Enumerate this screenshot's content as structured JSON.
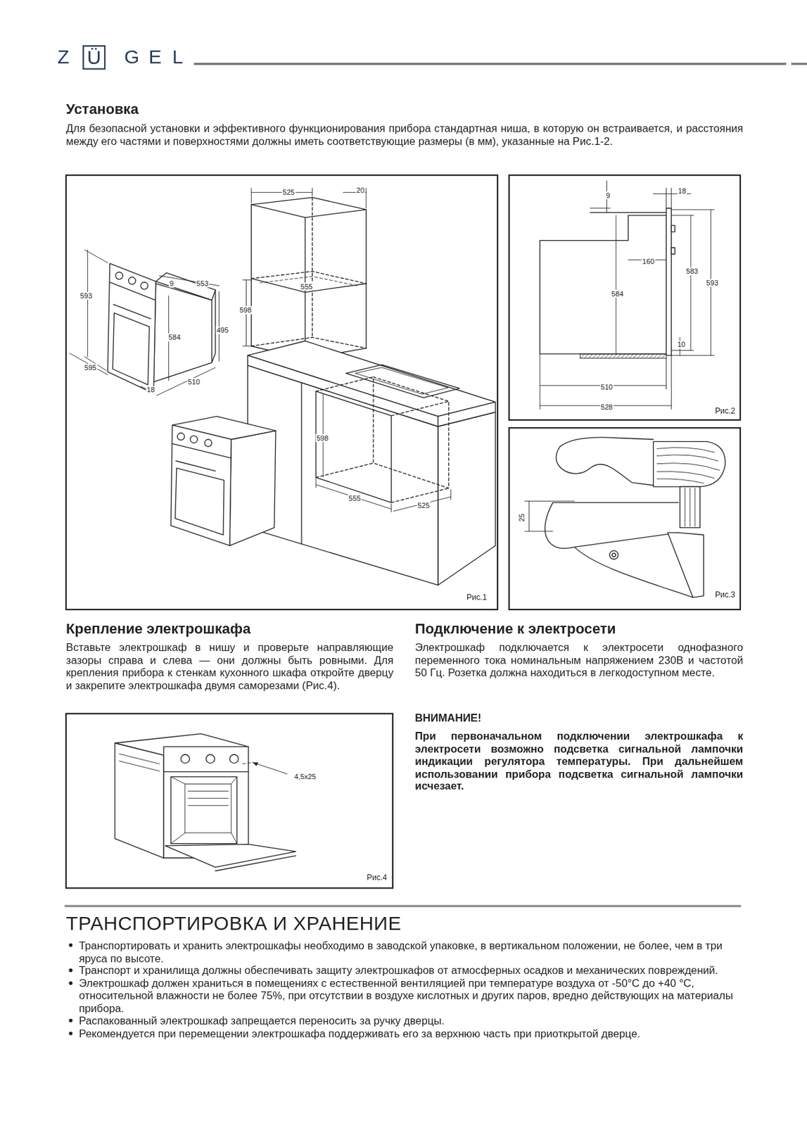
{
  "diagram": {
    "nodes": [
      {
        "text": [
          "Ü"
        ]
      },
      {
        "text": [
          "525",
          "20",
          "9",
          "553",
          "555",
          "593",
          "598",
          "584",
          "495",
          "595",
          "18",
          "510",
          "598",
          "555",
          "525",
          "Рис.1"
        ]
      },
      {
        "text": [
          "9",
          "18",
          "160",
          "584",
          "583",
          "593",
          "10",
          "510",
          "528",
          "Рис.2"
        ]
      },
      {
        "text": [
          "25",
          "Рис.3"
        ]
      },
      {
        "text": [
          "4,5x25",
          "Рис.4"
        ]
      }
    ],
    "labels": [
      "Z",
      "G",
      "E",
      "L",
      "Установка",
      "Для безопасной установки и эффективного функционирования прибора стандартная ниша, в которую он встраивается, и расстояния между его частями и поверхностями должны иметь соответствующие размеры (в мм), указанные на Рис.1-2.",
      "Крепление электрошкафа",
      "Вставьте электрошкаф в нишу и проверьте направляющие зазоры справа и слева — они должны быть ровными. Для крепления прибора к стенкам кухонного шкафа откройте дверцу и закрепите электрошкафа двумя саморезами (Рис.4).",
      "Подключение к электросети",
      "Электрошкаф подключается к электросети однофазного переменного тока номинальным напряжением 230В и частотой 50 Гц. Розетка должна находиться в легкодоступном месте.",
      "ВНИМАНИЕ!",
      "При первоначальном подключении электрошкафа к электросети возможно подсветка сигнальной лампочки индикации регулятора температуры. При дальнейшем использовании прибора подсветка сигнальной лампочки исчезает.",
      "ТРАНСПОРТИРОВКА И ХРАНЕНИЕ",
      "Транспортировать и хранить электрошкафы необходимо в заводской упаковке, в вертикальном положении, не более, чем в три яруса по высоте.",
      "Транспорт и хранилища должны обеспечивать защиту электрошкафов от атмосферных осадков и механических повреждений.",
      "Электрошкаф должен храниться в помещениях с естественной вентиляцией при температуре воздуха от -50°С до +40 °С, относительной влажности не более 75%, при отсутствии в воздухе кислотных и других паров, вредно действующих на материалы прибора.",
      "Распакованный электрошкаф запрещается переносить за ручку дверцы.",
      "Рекомендуется при перемещении электрошкафа поддерживать его за верхнюю часть при приоткрытой дверце."
    ]
  }
}
